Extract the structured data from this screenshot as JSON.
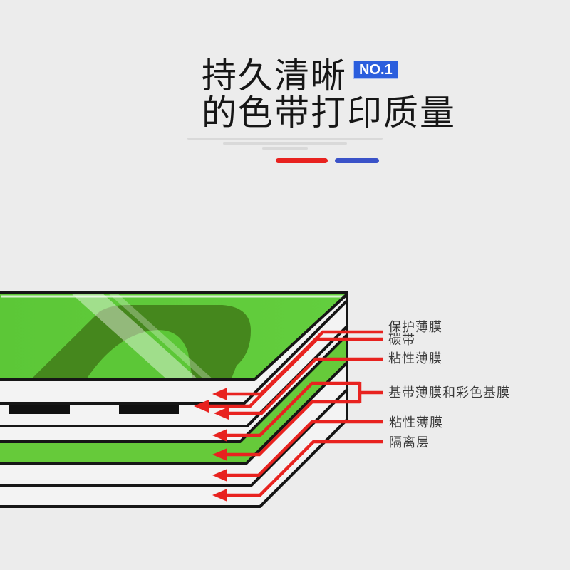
{
  "header": {
    "title_line1": "持久清晰",
    "badge": "NO.1",
    "title_line2": "的色带打印质量"
  },
  "diagram": {
    "labels": [
      {
        "text": "保护薄膜"
      },
      {
        "text": "碳带"
      },
      {
        "text": "粘性薄膜"
      },
      {
        "text": "基带薄膜和彩色基膜"
      },
      {
        "text": "粘性薄膜"
      },
      {
        "text": "隔离层"
      }
    ]
  },
  "colors": {
    "bg": "#ececec",
    "ink": "#161616",
    "label": "#3a3a3a",
    "red": "#e8221f",
    "badge-blue": "#2b5edd",
    "bar-blue": "#3a52c8",
    "face-green": "#5cc737",
    "logo-green": "#45871d",
    "band-green": "#66ca3a",
    "band-white": "#f3f3f3",
    "faint": "#d9d9d9"
  }
}
